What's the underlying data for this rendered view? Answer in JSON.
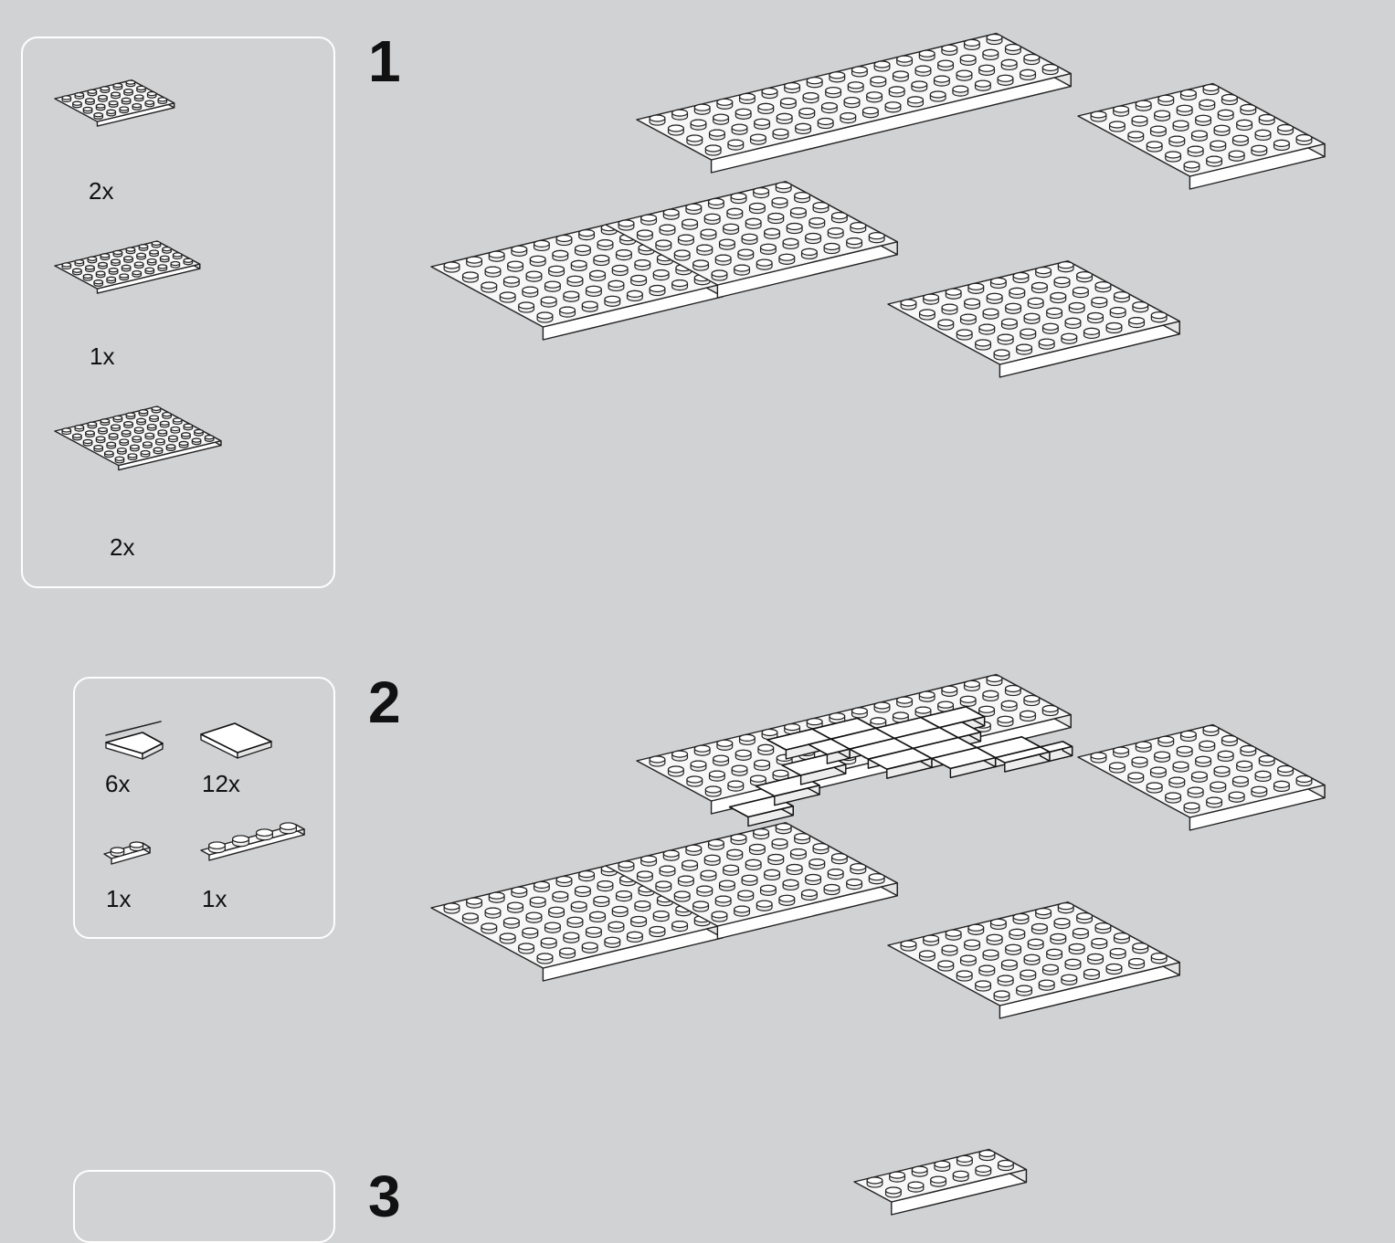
{
  "steps": [
    {
      "number": "1",
      "parts": [
        {
          "qty": "2x",
          "icon": "plate-4x6"
        },
        {
          "qty": "1x",
          "icon": "plate-4x8"
        },
        {
          "qty": "2x",
          "icon": "plate-6x8"
        }
      ]
    },
    {
      "number": "2",
      "parts": [
        {
          "qty": "6x",
          "icon": "tile-1x2"
        },
        {
          "qty": "12x",
          "icon": "tile-2x2"
        },
        {
          "qty": "1x",
          "icon": "plate-1x2"
        },
        {
          "qty": "1x",
          "icon": "plate-1x4"
        }
      ]
    },
    {
      "number": "3",
      "parts": []
    }
  ],
  "colors": {
    "background": "#d1d2d4",
    "part": "#ffffff",
    "outline": "#222222"
  }
}
